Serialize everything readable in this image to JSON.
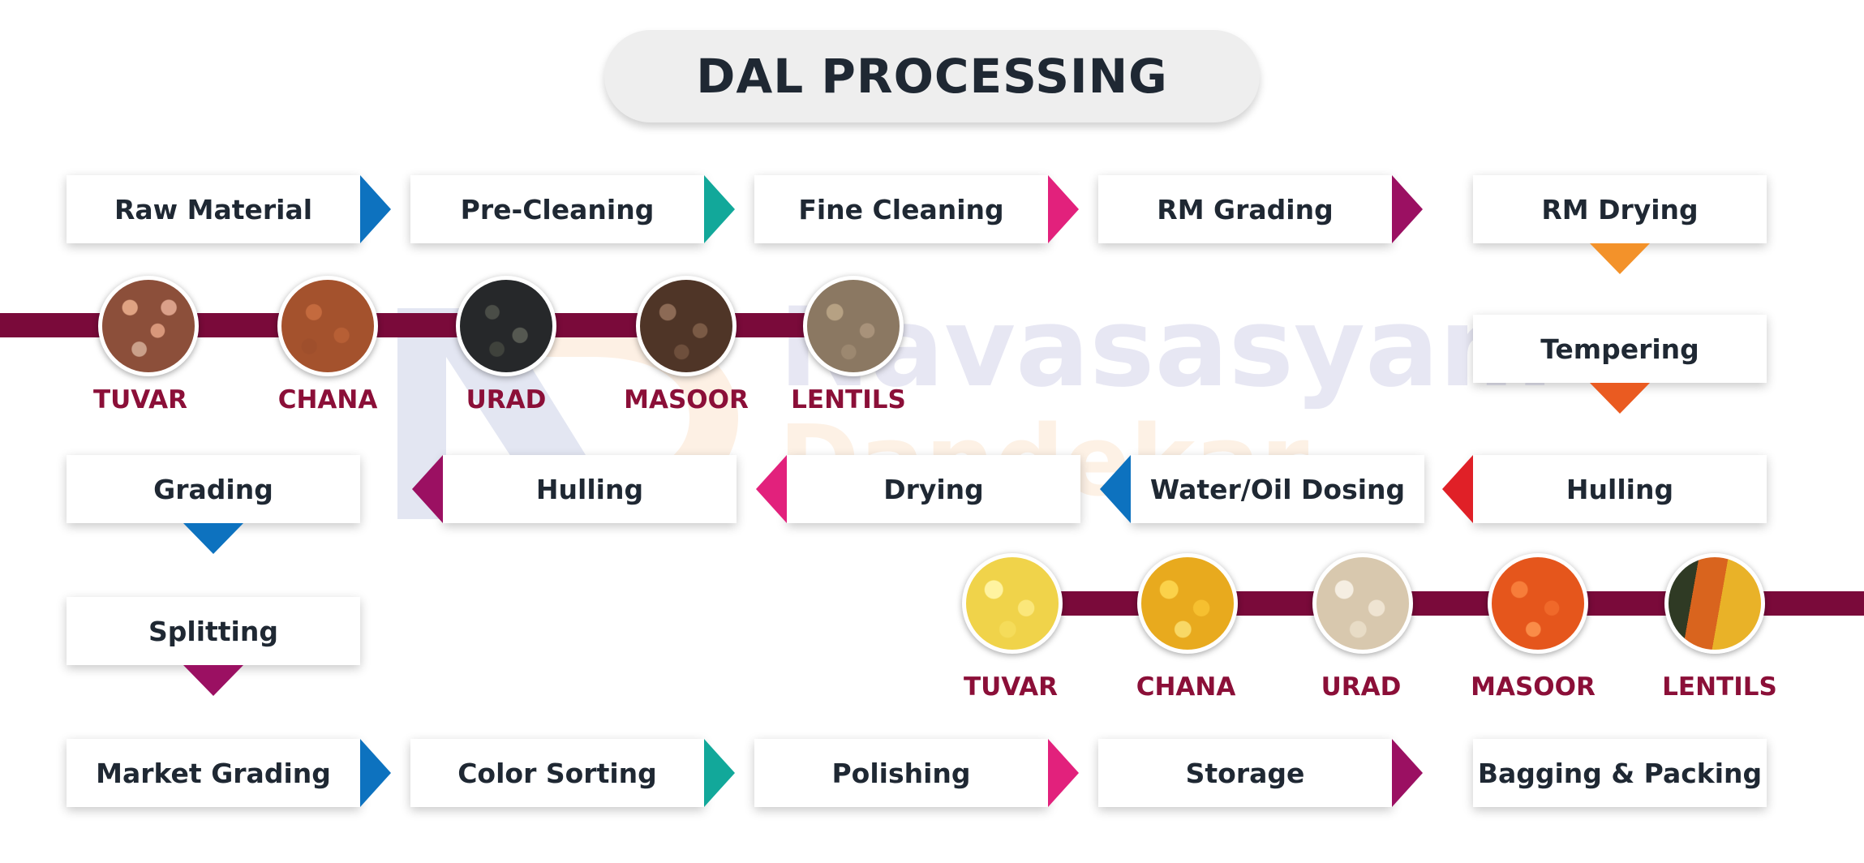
{
  "title": "DAL PROCESSING",
  "colors": {
    "blue": "#0d72bf",
    "teal": "#12a89a",
    "pink": "#e2217c",
    "plum": "#9b1062",
    "orange_light": "#f3922a",
    "orange_dark": "#ea5b21",
    "red": "#e02027",
    "band": "#7a0a3a",
    "grain_label": "#8b0f38",
    "text": "#1f2833"
  },
  "steps": {
    "raw_material": "Raw Material",
    "pre_cleaning": "Pre-Cleaning",
    "fine_cleaning": "Fine Cleaning",
    "rm_grading": "RM Grading",
    "rm_drying": "RM Drying",
    "tempering": "Tempering",
    "hulling_right": "Hulling",
    "water_oil_dosing": "Water/Oil Dosing",
    "drying": "Drying",
    "hulling_left": "Hulling",
    "grading": "Grading",
    "splitting": "Splitting",
    "market_grading": "Market Grading",
    "color_sorting": "Color Sorting",
    "polishing": "Polishing",
    "storage": "Storage",
    "bagging_packing": "Bagging & Packing"
  },
  "raw_grains": [
    "TUVAR",
    "CHANA",
    "URAD",
    "MASOOR",
    "LENTILS"
  ],
  "split_grains": [
    "TUVAR",
    "CHANA",
    "URAD",
    "MASOOR",
    "LENTILS"
  ],
  "watermark": {
    "line1": "Navasasyam",
    "line2": "Dandekar",
    "initials": "ND"
  }
}
